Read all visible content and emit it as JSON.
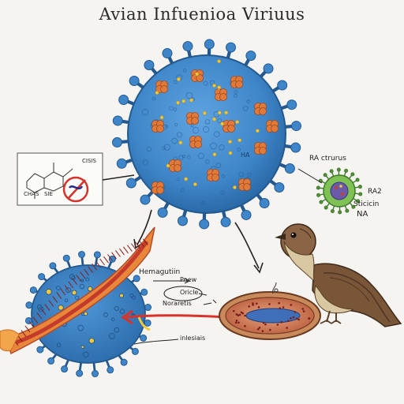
{
  "title": "Avian Infuenioa Viriuus",
  "labels": {
    "chem_cisis": "CISIS",
    "chem_chas": "CHAS",
    "chem_sie": "SIE",
    "center_ha": "HA",
    "small_virus_top": "RA ctrurus",
    "small_virus_ra": "RA2",
    "small_virus_sticicin": "Sticicin",
    "small_virus_na": "NA",
    "hemagglutinin": "Hemagutiin",
    "pnew": "Pnew",
    "oricle": "Oricle",
    "noraretis": "Noraretis",
    "intesiais": "inlesiais"
  },
  "colors": {
    "virus_blue": "#3e86c9",
    "virus_dark": "#24598f",
    "spike_orange": "#e07a3a",
    "dot_yellow": "#f2c73b",
    "small_virus_green": "#7fc152",
    "bird_brown": "#7a5638",
    "arrow_red": "#d8322a",
    "cell_red": "#c3403a"
  }
}
